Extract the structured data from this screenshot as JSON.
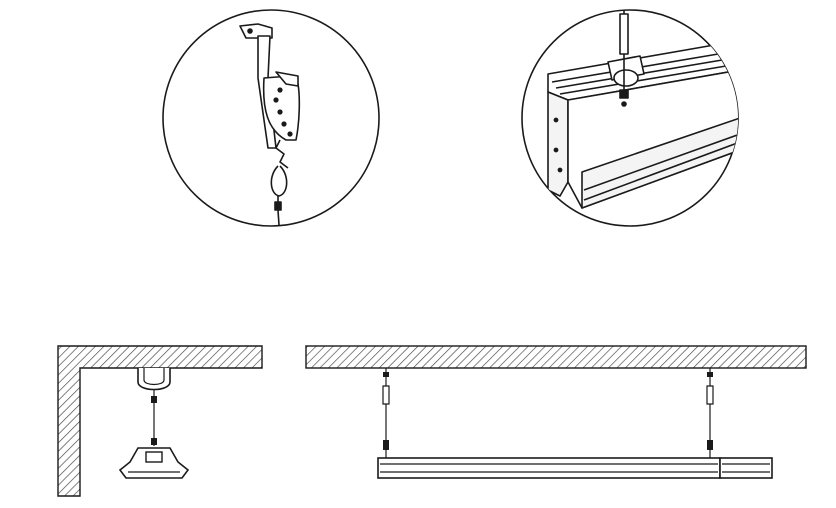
{
  "diagram": {
    "description_visible_text": "",
    "colors": {
      "line": "#1a1a1a",
      "hatch": "#444444",
      "background": "#ffffff",
      "fixture_fill": "#f4f4f4"
    },
    "panels": [
      {
        "id": "detail-bracket-hook",
        "kind": "magnified-circle"
      },
      {
        "id": "detail-fixture-mount",
        "kind": "magnified-circle"
      },
      {
        "id": "side-view-wall-corner",
        "kind": "cross-section"
      },
      {
        "id": "front-view-ceiling-suspension",
        "kind": "cross-section"
      }
    ]
  }
}
